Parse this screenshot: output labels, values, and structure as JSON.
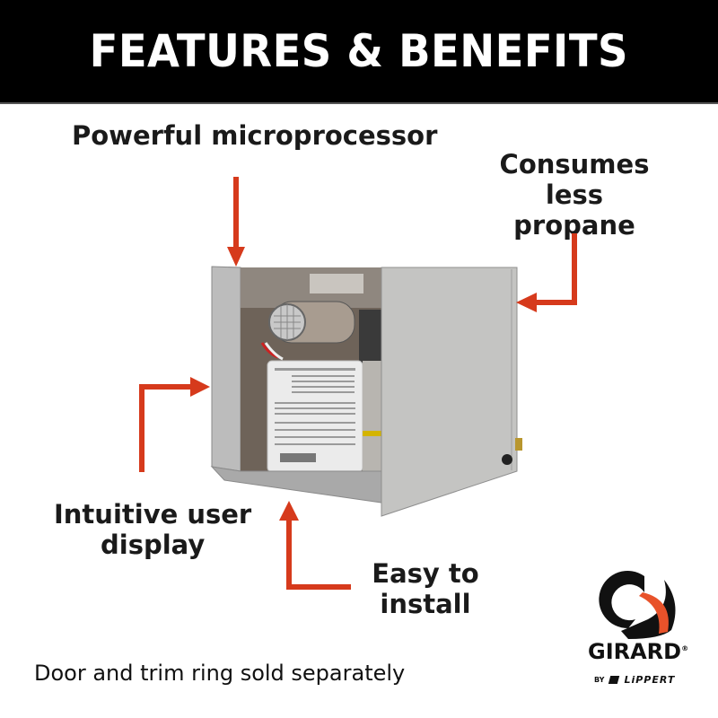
{
  "header": {
    "title": "FEATURES & BENEFITS"
  },
  "callouts": [
    {
      "id": "microprocessor",
      "text": "Powerful microprocessor"
    },
    {
      "id": "propane",
      "line1": "Consumes",
      "line2": "less propane"
    },
    {
      "id": "display",
      "line1": "Intuitive user",
      "line2": "display"
    },
    {
      "id": "install",
      "line1": "Easy to",
      "line2": "install"
    }
  ],
  "footnote": "Door and trim ring sold separately",
  "logo": {
    "brand": "GIRARD",
    "registered": "®",
    "by": "BY",
    "parent": "LiPPERT"
  },
  "colors": {
    "arrow": "#d63a1c",
    "banner": "#000000",
    "logo_orange": "#e8522a"
  }
}
